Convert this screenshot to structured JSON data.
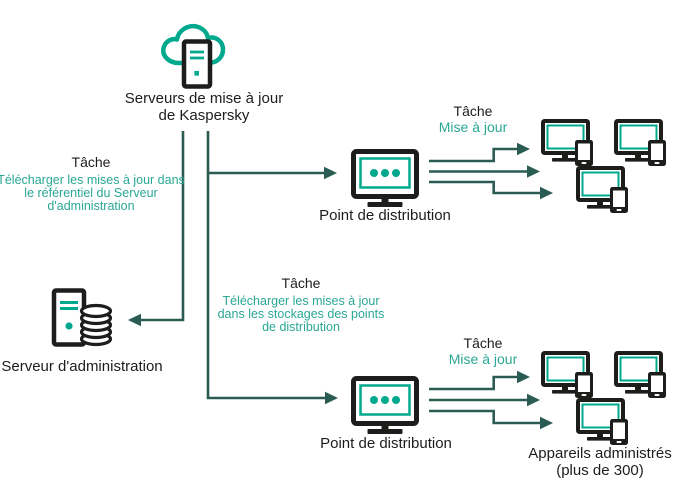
{
  "colors": {
    "teal": "#00a88e",
    "teal_text": "#2aa795",
    "arrow": "#2a5c54",
    "black": "#1d1d1b"
  },
  "nodes": {
    "update_servers": {
      "icon": "cloud-server-icon",
      "label_line1": "Serveurs de mise à jour",
      "label_line2": "de Kaspersky"
    },
    "admin_server": {
      "icon": "server-database-icon",
      "label": "Serveur d'administration"
    },
    "distribution_point_top": {
      "icon": "monitor-dots-icon",
      "label": "Point de distribution"
    },
    "distribution_point_bottom": {
      "icon": "monitor-dots-icon",
      "label": "Point de distribution"
    },
    "managed_devices": {
      "icon": "desktop-phone-icon",
      "label_line1": "Appareils administrés",
      "label_line2": "(plus de 300)"
    }
  },
  "tasks": {
    "download_admin": {
      "title": "Tâche",
      "lines": [
        "Télécharger les mises à jour dans",
        "le référentiel du Serveur",
        "d'administration"
      ]
    },
    "download_dp": {
      "title": "Tâche",
      "lines": [
        "Télécharger les mises à jour",
        "dans les stockages des points",
        "de distribution"
      ]
    },
    "update_top": {
      "title": "Tâche",
      "subtitle": "Mise à jour"
    },
    "update_bottom": {
      "title": "Tâche",
      "subtitle": "Mise à jour"
    }
  }
}
